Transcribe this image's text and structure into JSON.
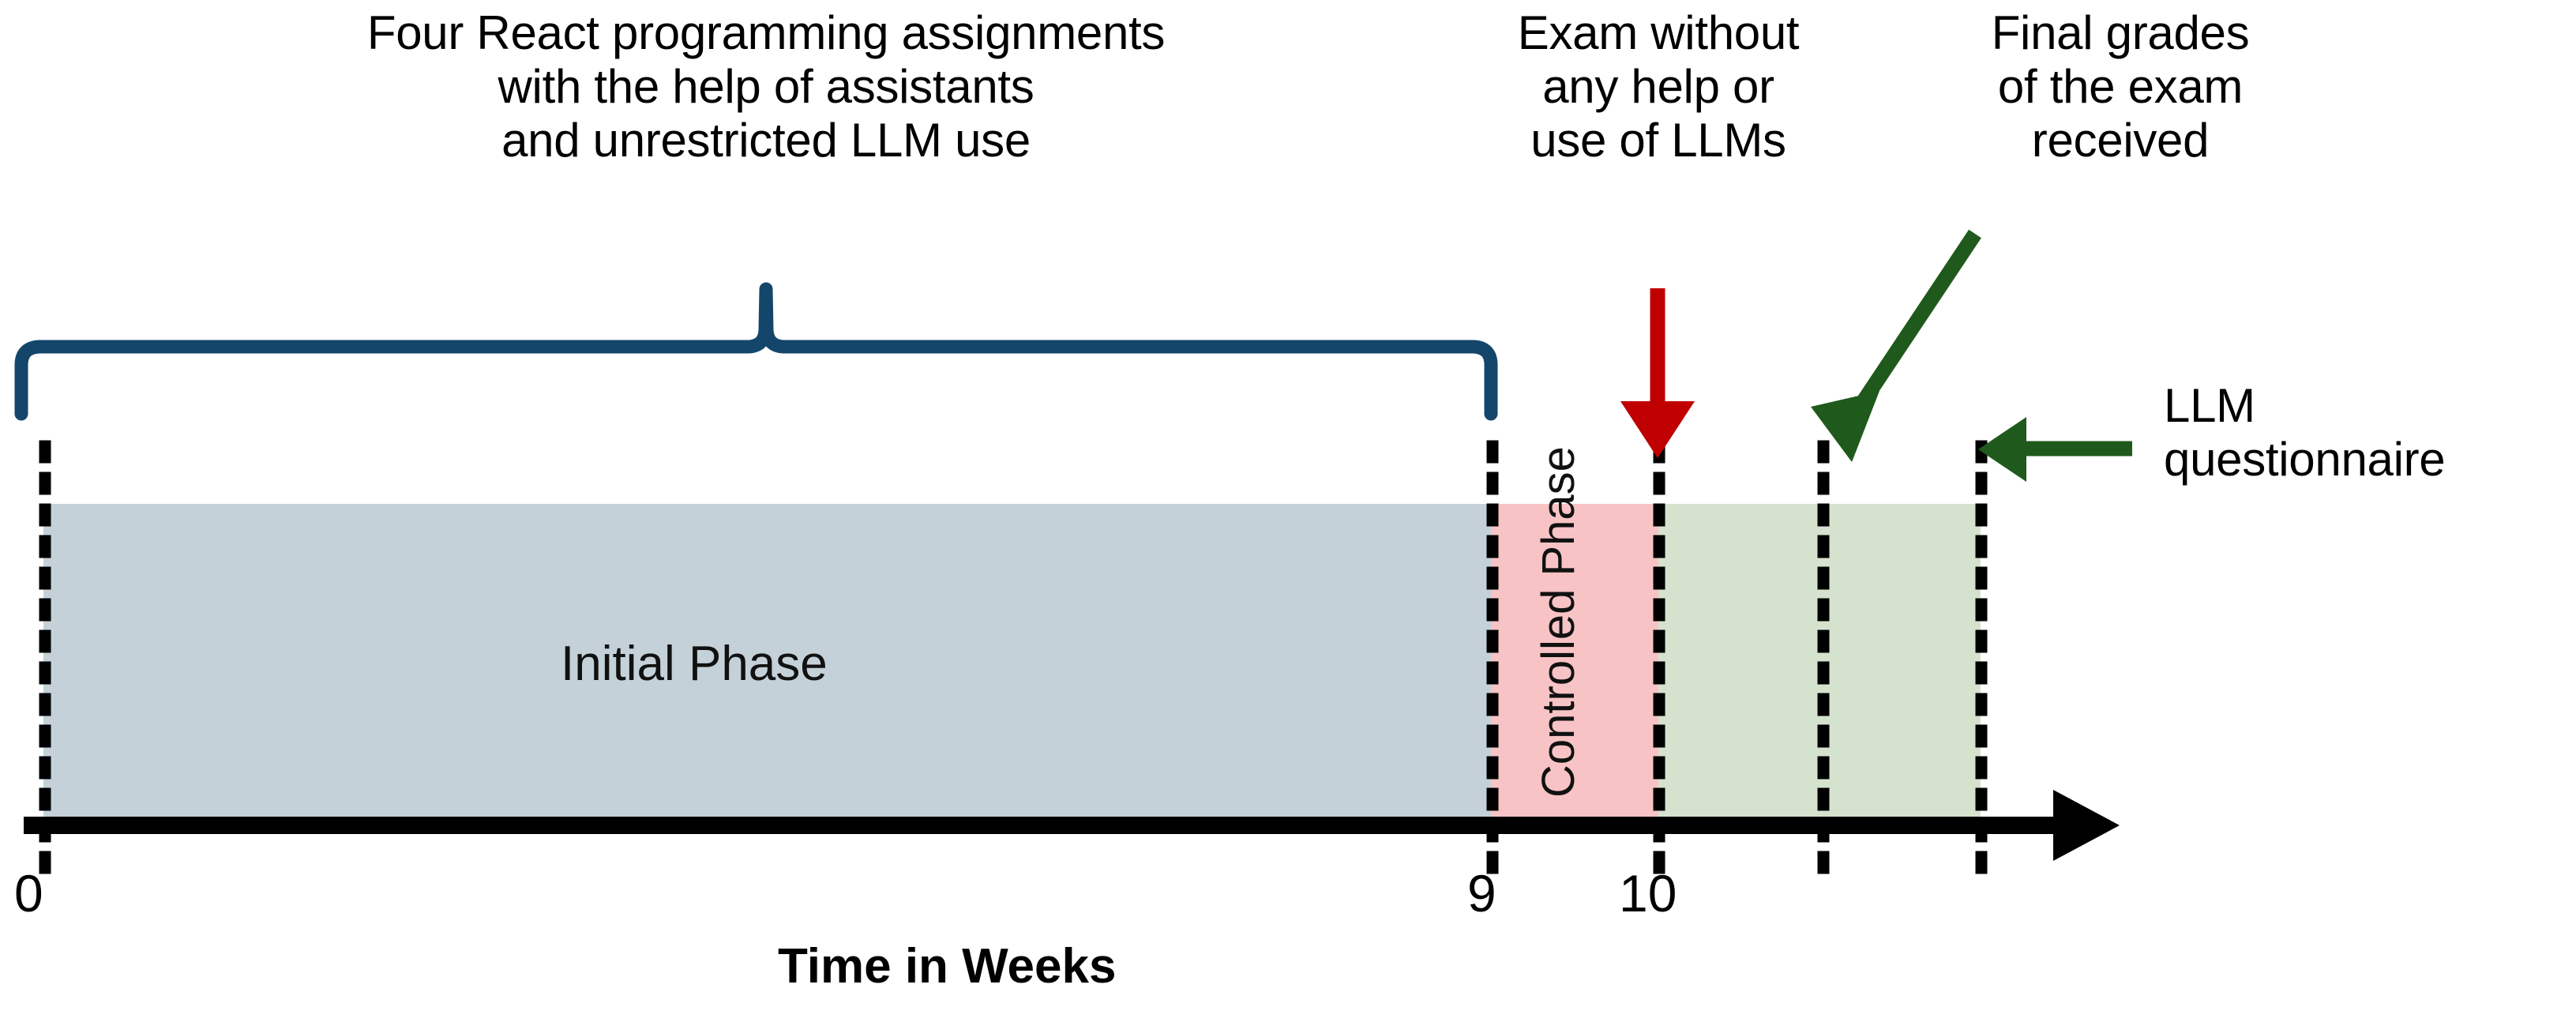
{
  "figure": {
    "type": "timeline-diagram",
    "axis_title": "Time in Weeks",
    "background": "#ffffff"
  },
  "annotations": [
    {
      "id": "assignments-note",
      "text": "Four React programming assignments\nwith the help of assistants\nand unrestricted LLM use",
      "connector": "curly-brace",
      "connector_color": "#14466B"
    },
    {
      "id": "exam-note",
      "text": "Exam without\nany help or\nuse of LLMs",
      "connector": "straight-arrow-down",
      "connector_color": "#C00000"
    },
    {
      "id": "grades-note",
      "text": "Final grades\nof the exam\nreceived",
      "connector": "diagonal-arrow",
      "connector_color": "#1F5A1C"
    },
    {
      "id": "questionnaire-note",
      "text": "LLM\nquestionnaire",
      "connector": "horizontal-arrow-left",
      "connector_color": "#1F5A1C"
    }
  ],
  "phases": [
    {
      "id": "initial",
      "label": "Initial Phase",
      "orientation": "horizontal",
      "color": "#C4D1D9",
      "start_week": 0,
      "end_week": 9
    },
    {
      "id": "controlled",
      "label": "Controlled Phase",
      "orientation": "vertical",
      "color": "#F7C3C5",
      "start_week": 9,
      "end_week": 10
    },
    {
      "id": "post",
      "label": "",
      "orientation": "none",
      "color": "#D5E3CE",
      "start_week": 10,
      "end_week": 12
    }
  ],
  "axis": {
    "ticks": [
      {
        "value": "0",
        "week": 0
      },
      {
        "value": "9",
        "week": 9
      },
      {
        "value": "10",
        "week": 10
      }
    ],
    "unlabeled_markers": 2,
    "arrow": true,
    "color": "#000000"
  },
  "colors": {
    "brace": "#14466B",
    "exam_arrow": "#C00000",
    "green_arrow": "#1F5A1C",
    "initial_phase": "#C4D1D9",
    "controlled_phase": "#F7C3C5",
    "post_phase": "#D5E3CE",
    "axis": "#000000"
  },
  "chart_data": {
    "type": "timeline",
    "title": "",
    "xlabel": "Time in Weeks",
    "xlim": [
      0,
      12.4
    ],
    "tick_labels": [
      "0",
      "9",
      "10"
    ],
    "tick_values": [
      0,
      9,
      10
    ],
    "marker_values": [
      0,
      9,
      10,
      10.95,
      11.9
    ],
    "spans": [
      {
        "name": "Initial Phase",
        "start": 0,
        "end": 9,
        "color": "#C4D1D9"
      },
      {
        "name": "Controlled Phase",
        "start": 9,
        "end": 10,
        "color": "#F7C3C5"
      },
      {
        "name": "",
        "start": 10,
        "end": 11.9,
        "color": "#D5E3CE"
      }
    ],
    "events": [
      {
        "label": "Four React programming assignments with the help of assistants and unrestricted LLM use",
        "start": 0,
        "end": 9,
        "marker": "brace"
      },
      {
        "label": "Exam without any help or use of LLMs",
        "at": 10,
        "marker": "arrow-down"
      },
      {
        "label": "Final grades of the exam received",
        "at": 10.95,
        "marker": "arrow-diagonal"
      },
      {
        "label": "LLM questionnaire",
        "at": 11.9,
        "marker": "arrow-left"
      }
    ]
  }
}
